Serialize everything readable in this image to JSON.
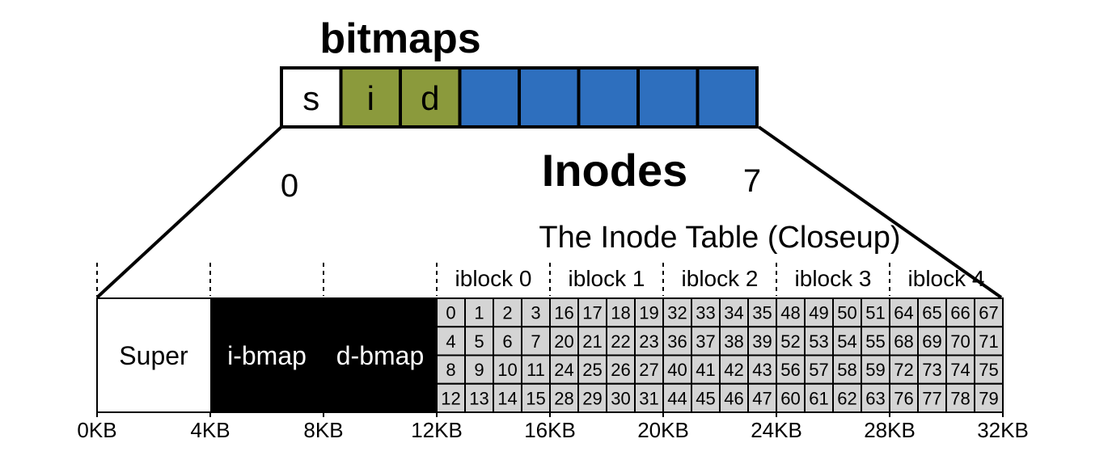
{
  "top": {
    "heading_bitmaps": "bitmaps",
    "heading_inodes": "Inodes",
    "blocks": [
      {
        "label": "s",
        "kind": "super"
      },
      {
        "label": "i",
        "kind": "bitmap"
      },
      {
        "label": "d",
        "kind": "bitmap"
      },
      {
        "label": "",
        "kind": "inode"
      },
      {
        "label": "",
        "kind": "inode"
      },
      {
        "label": "",
        "kind": "inode"
      },
      {
        "label": "",
        "kind": "inode"
      },
      {
        "label": "",
        "kind": "inode"
      }
    ],
    "index_start": "0",
    "index_end": "7",
    "colors": {
      "super": "#ffffff",
      "bitmap": "#8b9a3c",
      "inode": "#2e6fbe"
    }
  },
  "closeup": {
    "title": "The Inode Table (Closeup)",
    "regions": [
      {
        "label": "Super",
        "fill": "#ffffff",
        "text_color": "#000000"
      },
      {
        "label": "i-bmap",
        "fill": "#000000",
        "text_color": "#ffffff"
      },
      {
        "label": "d-bmap",
        "fill": "#000000",
        "text_color": "#ffffff"
      }
    ],
    "iblocks": [
      "iblock 0",
      "iblock 1",
      "iblock 2",
      "iblock 3",
      "iblock 4"
    ],
    "inode_numbers": [
      [
        "0",
        "1",
        "2",
        "3",
        "16",
        "17",
        "18",
        "19",
        "32",
        "33",
        "34",
        "35",
        "48",
        "49",
        "50",
        "51",
        "64",
        "65",
        "66",
        "67"
      ],
      [
        "4",
        "5",
        "6",
        "7",
        "20",
        "21",
        "22",
        "23",
        "36",
        "37",
        "38",
        "39",
        "52",
        "53",
        "54",
        "55",
        "68",
        "69",
        "70",
        "71"
      ],
      [
        "8",
        "9",
        "10",
        "11",
        "24",
        "25",
        "26",
        "27",
        "40",
        "41",
        "42",
        "43",
        "56",
        "57",
        "58",
        "59",
        "72",
        "73",
        "74",
        "75"
      ],
      [
        "12",
        "13",
        "14",
        "15",
        "28",
        "29",
        "30",
        "31",
        "44",
        "45",
        "46",
        "47",
        "60",
        "61",
        "62",
        "63",
        "76",
        "77",
        "78",
        "79"
      ]
    ],
    "offsets": [
      "0KB",
      "4KB",
      "8KB",
      "12KB",
      "16KB",
      "20KB",
      "24KB",
      "28KB",
      "32KB"
    ],
    "cell_fill": "#d4d4d4"
  }
}
